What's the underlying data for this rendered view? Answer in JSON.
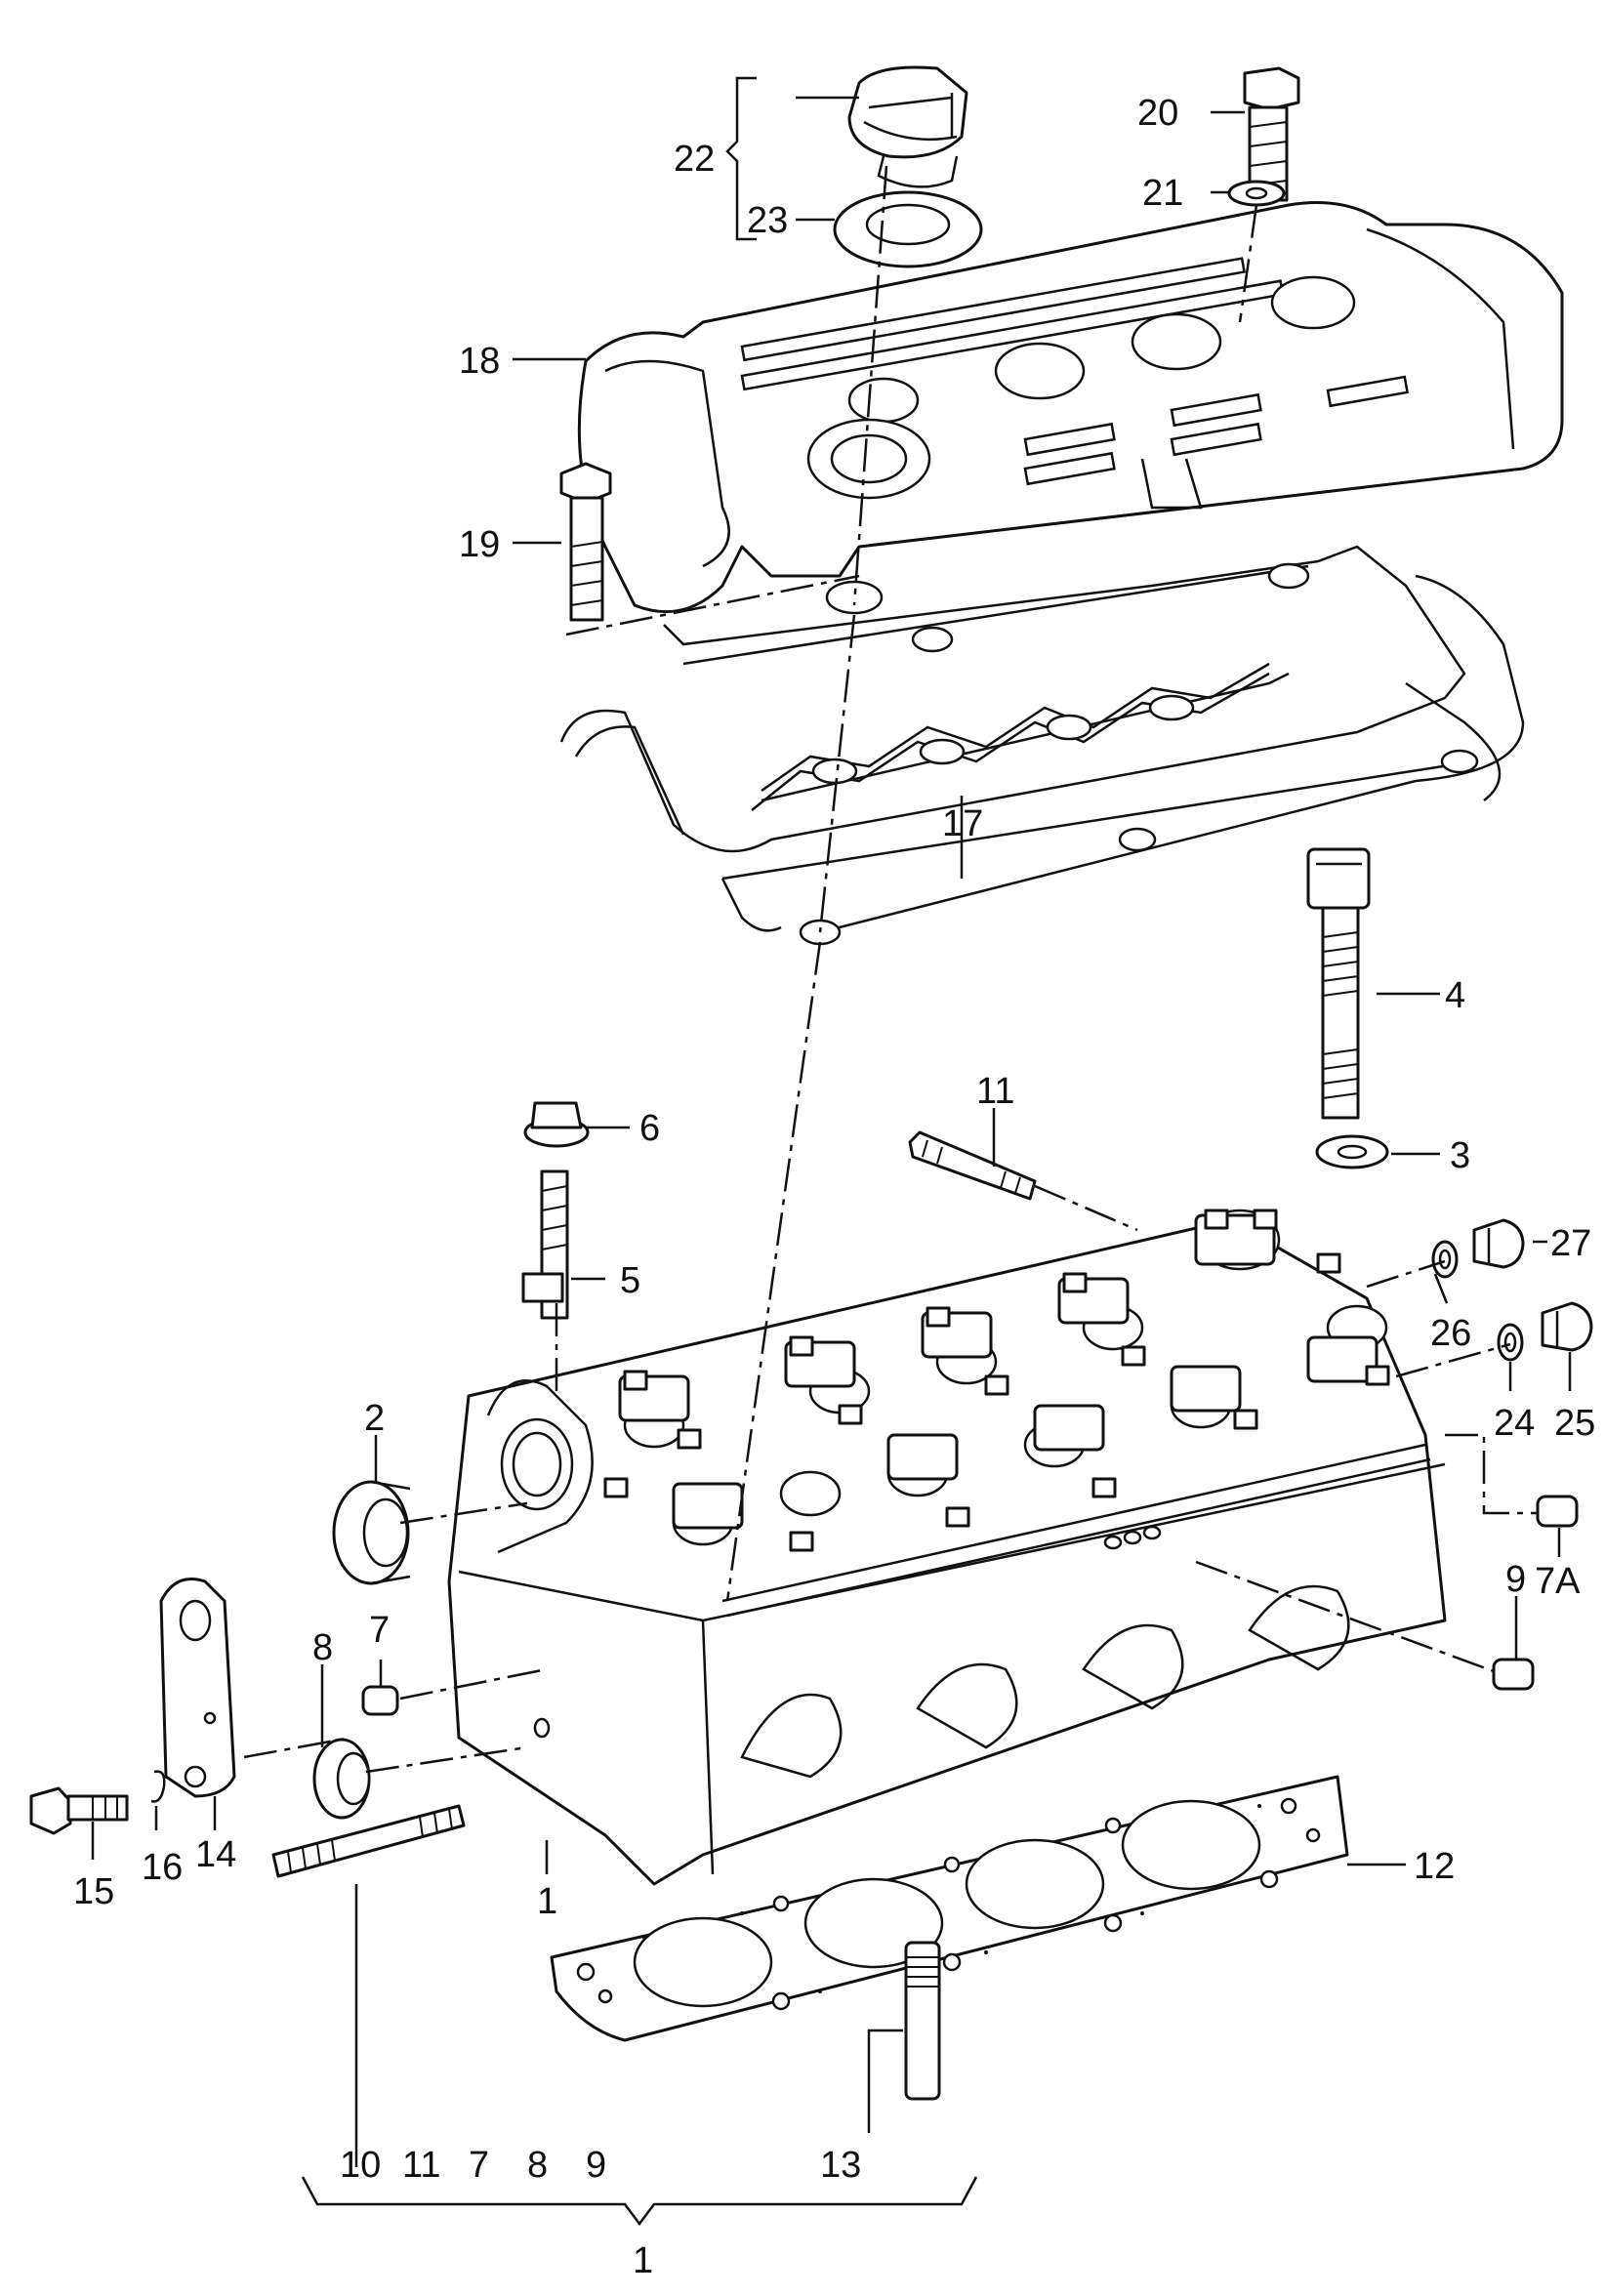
{
  "callouts": {
    "c1_top": "1",
    "c1_bottom": "1",
    "c2": "2",
    "c3": "3",
    "c4": "4",
    "c5": "5",
    "c6": "6",
    "c7": "7",
    "c7a": "7A",
    "c8": "8",
    "c9": "9",
    "c10": "10",
    "c11": "11",
    "c12": "12",
    "c13": "13",
    "c14": "14",
    "c15": "15",
    "c16": "16",
    "c17": "17",
    "c18": "18",
    "c19": "19",
    "c20": "20",
    "c21": "21",
    "c22": "22",
    "c23": "23",
    "c24": "24",
    "c25": "25",
    "c26": "26",
    "c27": "27"
  },
  "group_callouts": {
    "items": [
      "10",
      "11",
      "7",
      "8",
      "9",
      "13"
    ],
    "total": "1"
  }
}
